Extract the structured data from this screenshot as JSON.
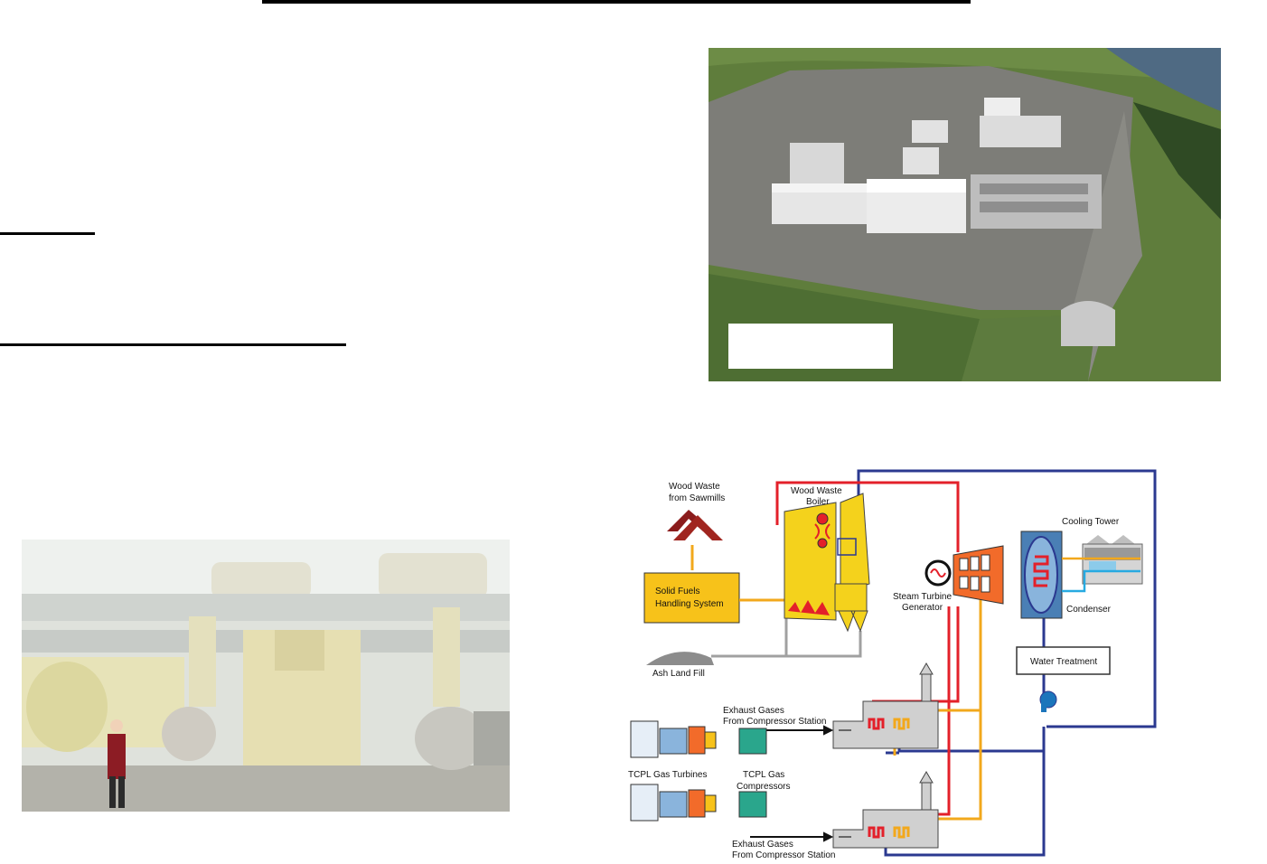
{
  "diagram": {
    "wood_waste_sawmills": [
      "Wood Waste",
      "from Sawmills"
    ],
    "solid_fuels": [
      "Solid Fuels",
      "Handling System"
    ],
    "boiler": [
      "Wood Waste",
      "Boiler"
    ],
    "ash_land_fill": "Ash Land Fill",
    "steam_turbine_generator": [
      "Steam Turbine",
      "Generator"
    ],
    "cooling_tower": "Cooling Tower",
    "condenser": "Condenser",
    "water_treatment": "Water Treatment",
    "exhaust_gases_top": [
      "Exhaust Gases",
      "From Compressor Station"
    ],
    "exhaust_gases_bottom": [
      "Exhaust Gases",
      "From Compressor Station"
    ],
    "gas_turbines": "TCPL Gas Turbines",
    "gas_compressors": [
      "TCPL Gas",
      "Compressors"
    ]
  },
  "colors": {
    "steam": "#e3202a",
    "water": "#2b3990",
    "hot": "#f2a81c",
    "fuel_box": "#f7c21a",
    "boiler": "#f4d21c",
    "gray": "#a0a0a0"
  }
}
